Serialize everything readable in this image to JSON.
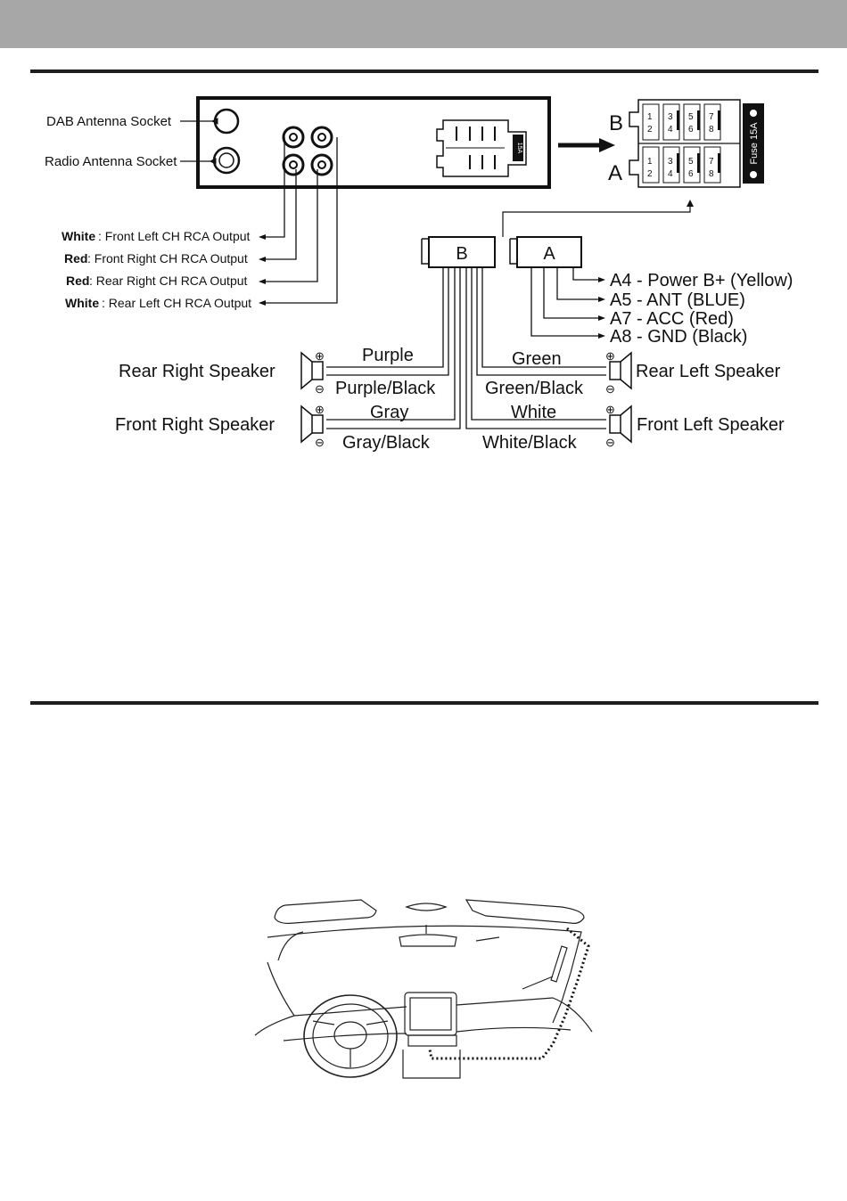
{
  "colors": {
    "header": "#a7a7a7",
    "rule": "#1e1e1e",
    "line": "#111111"
  },
  "head_unit": {
    "dab_socket": "DAB Antenna Socket",
    "radio_socket": "Radio Antenna Socket"
  },
  "rca": [
    {
      "color": "White",
      "label": ": Front Left CH RCA Output"
    },
    {
      "color": "Red",
      "label": ": Front Right CH RCA Output"
    },
    {
      "color": "Red",
      "label": ": Rear Right CH RCA Output"
    },
    {
      "color": "White",
      "label": ": Rear Left CH RCA Output"
    }
  ],
  "connector": {
    "b": "B",
    "a": "A",
    "pins_top": [
      "1",
      "2",
      "3",
      "4",
      "5",
      "6",
      "7",
      "8"
    ],
    "fuse": "Fuse 15A",
    "fuse_small": "15A"
  },
  "a_wires": [
    "A4 - Power B+ (Yellow)",
    "A5 - ANT (BLUE)",
    "A7 - ACC (Red)",
    "A8 - GND (Black)"
  ],
  "speakers": {
    "rear_right": {
      "name": "Rear Right Speaker",
      "pos": "Purple",
      "neg": "Purple/Black"
    },
    "front_right": {
      "name": "Front Right Speaker",
      "pos": "Gray",
      "neg": "Gray/Black"
    },
    "rear_left": {
      "name": "Rear Left Speaker",
      "pos": "Green",
      "neg": "Green/Black"
    },
    "front_left": {
      "name": "Front Left Speaker",
      "pos": "White",
      "neg": "White/Black"
    }
  },
  "symbols": {
    "plus": "⊕",
    "minus": "⊖"
  }
}
